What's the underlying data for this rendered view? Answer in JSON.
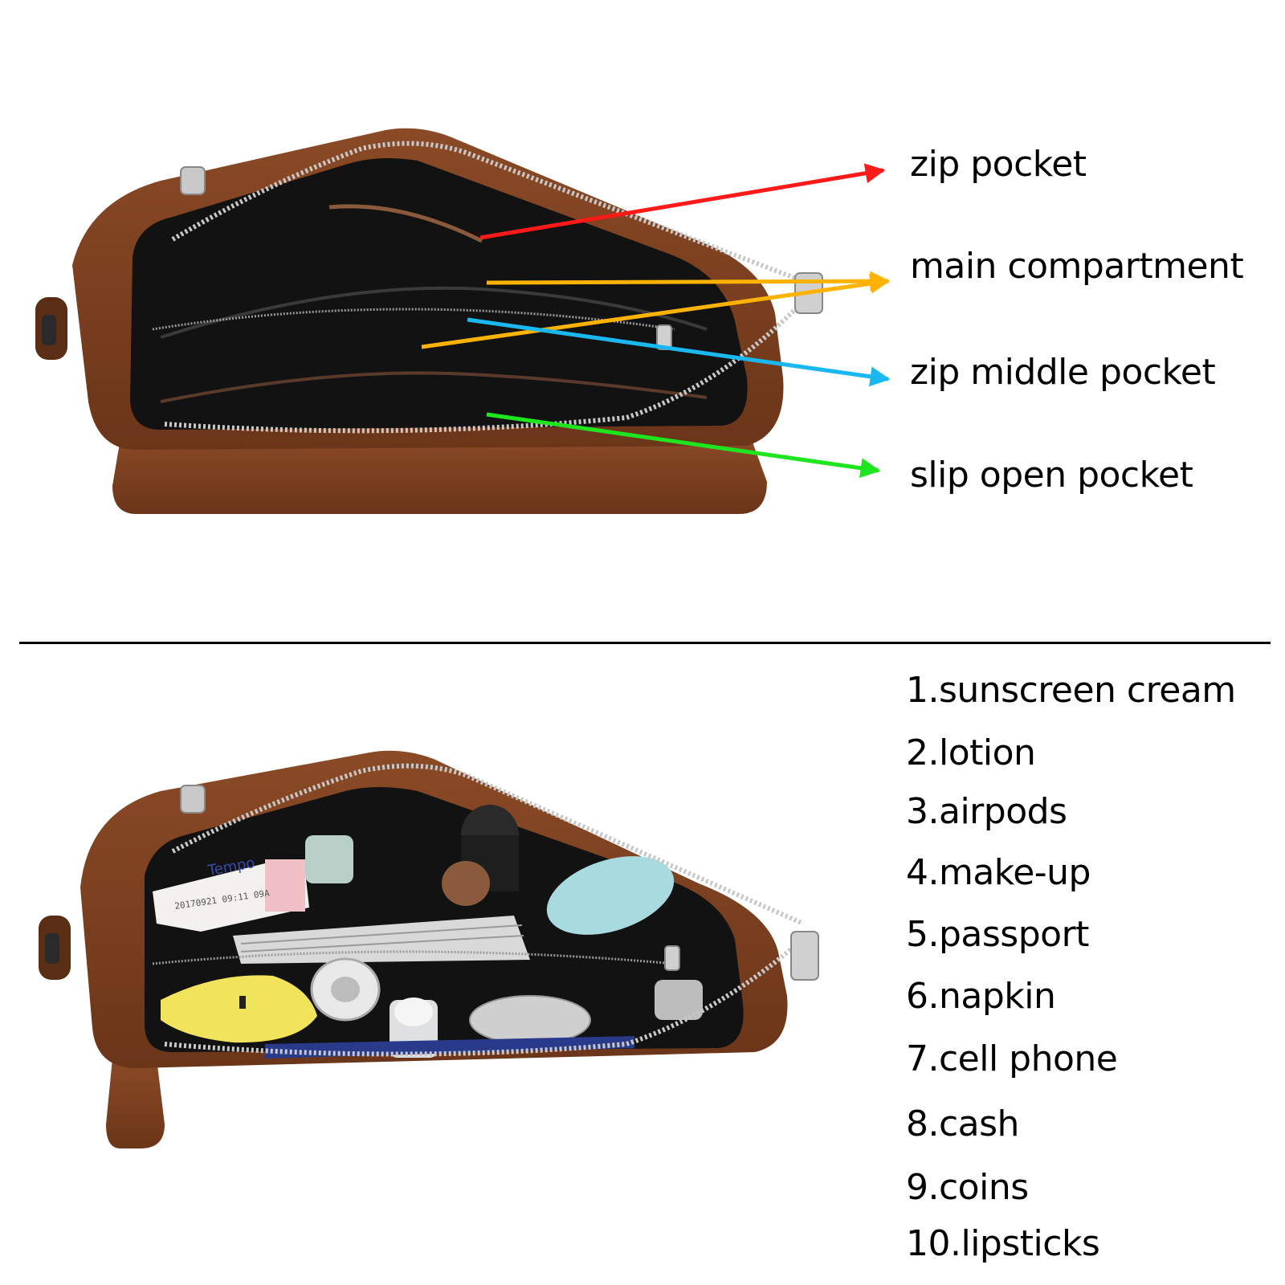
{
  "pocket_labels": {
    "zip_pocket": "zip pocket",
    "main_compartment": "main compartment",
    "zip_middle_pocket": "zip middle pocket",
    "slip_open_pocket": "slip open pocket"
  },
  "contents": [
    "1.sunscreen cream",
    "2.lotion",
    "3.airpods",
    "4.make-up",
    "5.passport",
    "6.napkin",
    "7.cell phone",
    "8.cash",
    "9.coins",
    "10.lipsticks"
  ],
  "colors": {
    "leather": "#7a3f1f",
    "lining": "#121212",
    "zipper": "#bdbdbd",
    "arrow_zip_pocket": "#ff1a1a",
    "arrow_main_compartment": "#ffb300",
    "arrow_zip_middle_pocket": "#1ab8f0",
    "arrow_slip_open_pocket": "#1ee61e"
  },
  "icons": {
    "top_image": "open-bag-empty",
    "bottom_image": "open-bag-filled"
  }
}
